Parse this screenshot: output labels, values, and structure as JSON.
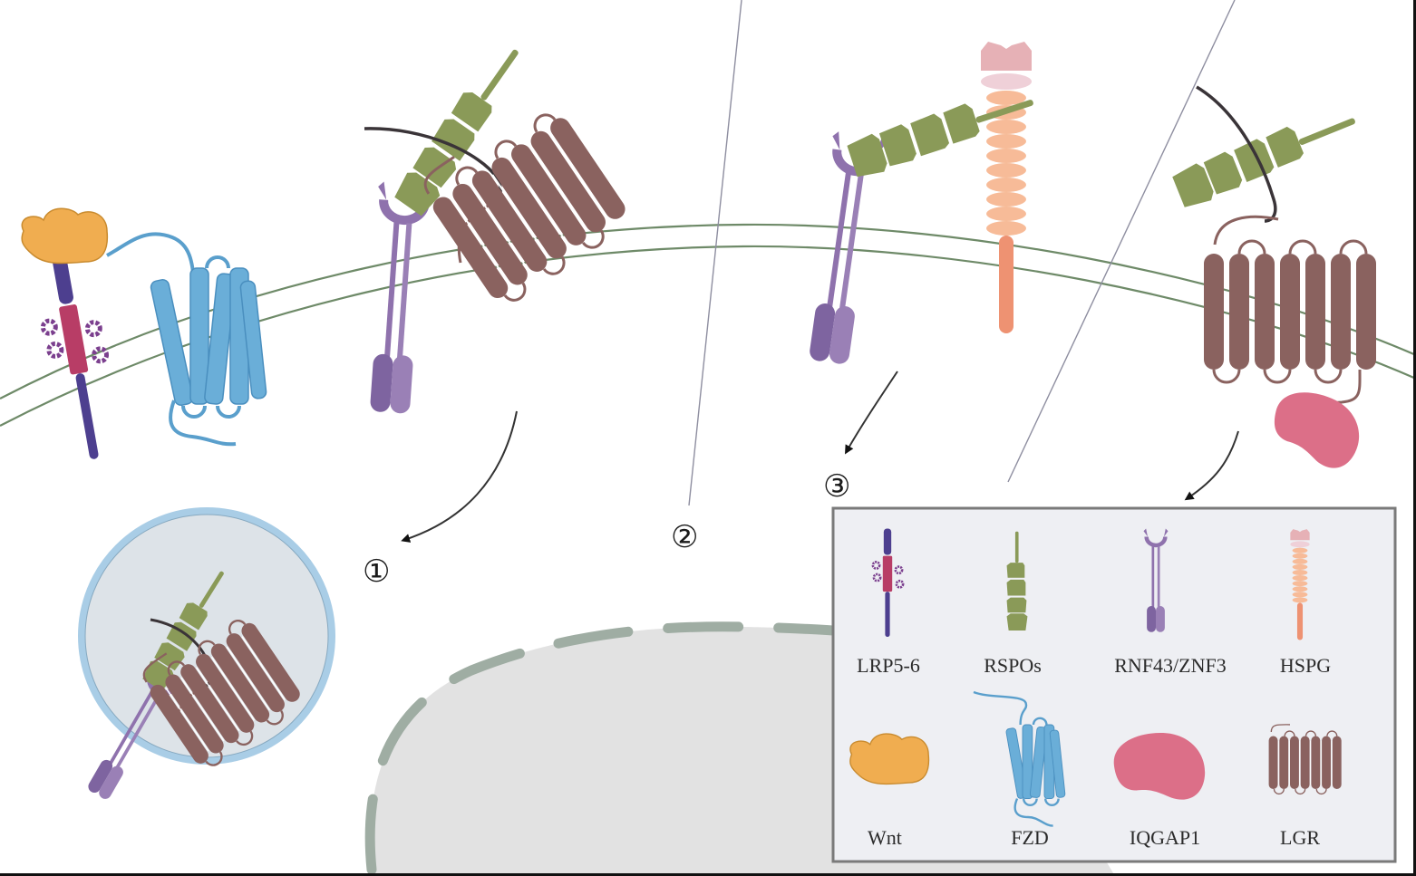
{
  "diagram": {
    "type": "Wnt signaling receptor schematic",
    "steps": [
      {
        "id": "step-1",
        "label": "①"
      },
      {
        "id": "step-2",
        "label": "②"
      },
      {
        "id": "step-3",
        "label": "③"
      }
    ],
    "legend": {
      "items": [
        {
          "key": "lrp",
          "label": "LRP5-6"
        },
        {
          "key": "rspo",
          "label": "RSPOs"
        },
        {
          "key": "rnf",
          "label": "RNF43/ZNF3"
        },
        {
          "key": "hspg",
          "label": "HSPG"
        },
        {
          "key": "wnt",
          "label": "Wnt"
        },
        {
          "key": "fzd",
          "label": "FZD"
        },
        {
          "key": "iqgap",
          "label": "IQGAP1"
        },
        {
          "key": "lgr",
          "label": "LGR"
        }
      ]
    },
    "colors": {
      "membrane": "#6e8a68",
      "lrp_top": "#4d3f8f",
      "lrp_mid": "#b83d66",
      "lrp_flower": "#7b3f8e",
      "rspo": "#8a9a58",
      "rnf": "#8f72ad",
      "hspg_core": "#ee9272",
      "hspg_disc": "#f7bb98",
      "hspg_head": "#e6b1b6",
      "wnt": "#f0ad50",
      "fzd": "#6aaed8",
      "iqgap": "#dc6f88",
      "lgr": "#8a625f",
      "nucleus_fill": "#e2e2e2",
      "nucleus_dash": "#9fada3",
      "vesicle_fill": "#dde3e8",
      "vesicle_ring": "#a9cde6",
      "legend_bg": "#eeeff3",
      "legend_border": "#7a7a7a"
    }
  }
}
